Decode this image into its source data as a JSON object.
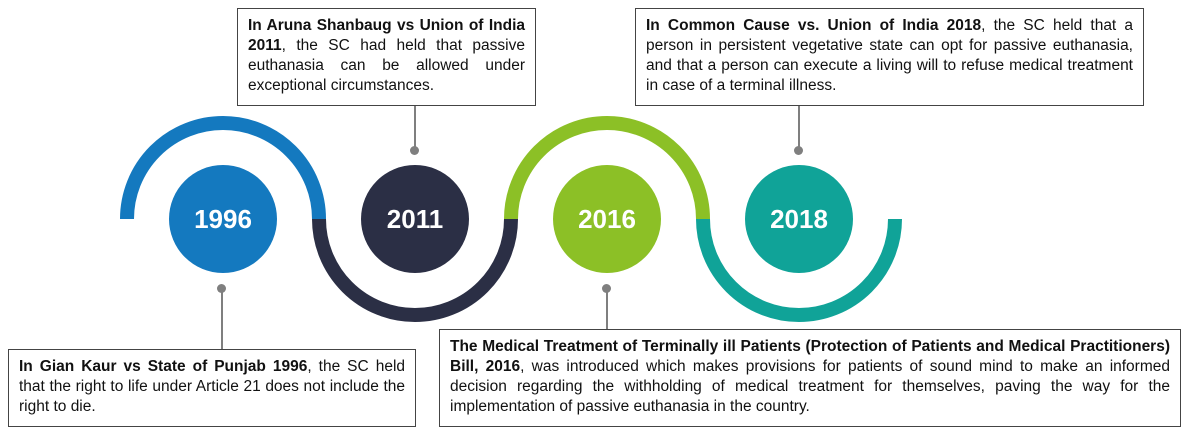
{
  "timeline": {
    "colors": {
      "c1996": "#1479BF",
      "c2011": "#2B2F45",
      "c2016": "#8CC026",
      "c2018": "#10A398",
      "connector": "#7F7F7F"
    },
    "years": [
      "1996",
      "2011",
      "2016",
      "2018"
    ]
  },
  "boxes": {
    "b2011": {
      "bold": "In Aruna Shanbaug vs Union of India 2011",
      "text": ", the SC had held that passive euthanasia can be allowed under exceptional circumstances."
    },
    "b2018": {
      "bold": "In Common Cause vs. Union of India 2018",
      "text": ", the SC held that a person in persistent vegetative state can opt for passive euthanasia, and that a person can execute a living will to refuse medical treatment in case of a terminal illness."
    },
    "b1996": {
      "bold": "In Gian Kaur vs State of Punjab 1996",
      "text": ", the SC held that the right to life under Article 21 does not include the right to die."
    },
    "b2016": {
      "bold": "The Medical Treatment of Terminally ill Patients (Protection of Patients and Medical Practitioners) Bill, 2016",
      "text": ", was introduced which makes provisions for patients of sound mind to make an informed decision regarding the withholding of medical treatment for themselves, paving the way for the implementation of passive euthanasia in the country."
    }
  }
}
